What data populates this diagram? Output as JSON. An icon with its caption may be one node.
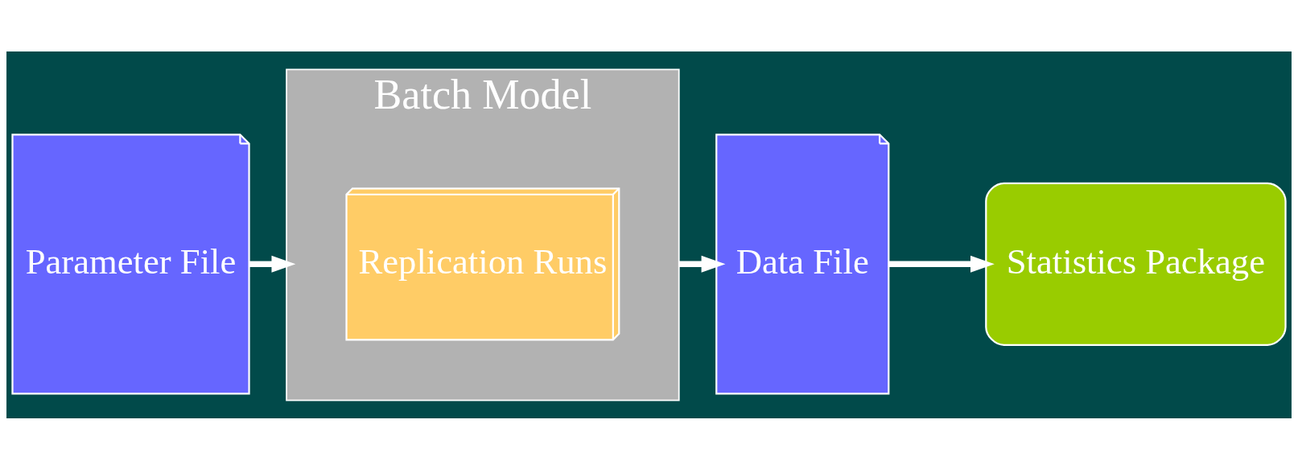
{
  "diagram": {
    "nodes": [
      {
        "text": [
          "Parameter File"
        ]
      },
      {
        "text": [
          "Batch Model"
        ]
      },
      {
        "text": [
          "Replication Runs"
        ],
        "in": 1
      },
      {
        "text": [
          "Data File"
        ]
      },
      {
        "text": [
          "Statistics Package"
        ]
      }
    ],
    "edges": [
      {
        "from": 0,
        "to": 1,
        "arrow": "to"
      },
      {
        "from": 1,
        "to": 3,
        "arrow": "to"
      },
      {
        "from": 3,
        "to": 4,
        "arrow": "to"
      }
    ]
  }
}
